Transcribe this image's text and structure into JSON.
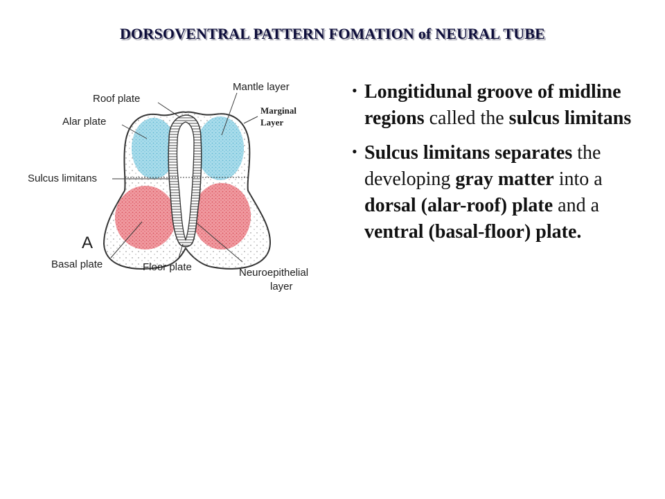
{
  "title": "DORSOVENTRAL PATTERN FOMATION of NEURAL TUBE",
  "diagram": {
    "panel_letter": "A",
    "labels": {
      "roof_plate": "Roof plate",
      "alar_plate": "Alar plate",
      "sulcus_limitans": "Sulcus limitans",
      "basal_plate": "Basal plate",
      "floor_plate": "Floor plate",
      "mantle_layer": "Mantle layer",
      "marginal_layer_1": "Marginal",
      "marginal_layer_2": "Layer",
      "neuroepithelial_1": "Neuroepithelial",
      "neuroepithelial_2": "layer"
    },
    "colors": {
      "alar": "#8fd3e6",
      "basal": "#ec7f86",
      "stroke": "#333333"
    }
  },
  "bullets": [
    {
      "marker": "•",
      "parts": [
        {
          "text": "Longitidunal groove of midline regions",
          "bold": true
        },
        {
          "text": " called the ",
          "bold": false
        },
        {
          "text": "sulcus limitans",
          "bold": true
        }
      ]
    },
    {
      "marker": "•",
      "parts": [
        {
          "text": "Sulcus limitans separates",
          "bold": true
        },
        {
          "text": " the developing ",
          "bold": false
        },
        {
          "text": "gray matter",
          "bold": true
        },
        {
          "text": " into a ",
          "bold": false
        },
        {
          "text": "dorsal (alar-roof) plate",
          "bold": true
        },
        {
          "text": " and a ",
          "bold": false
        },
        {
          "text": "ventral (basal-floor) plate.",
          "bold": true
        }
      ]
    }
  ]
}
